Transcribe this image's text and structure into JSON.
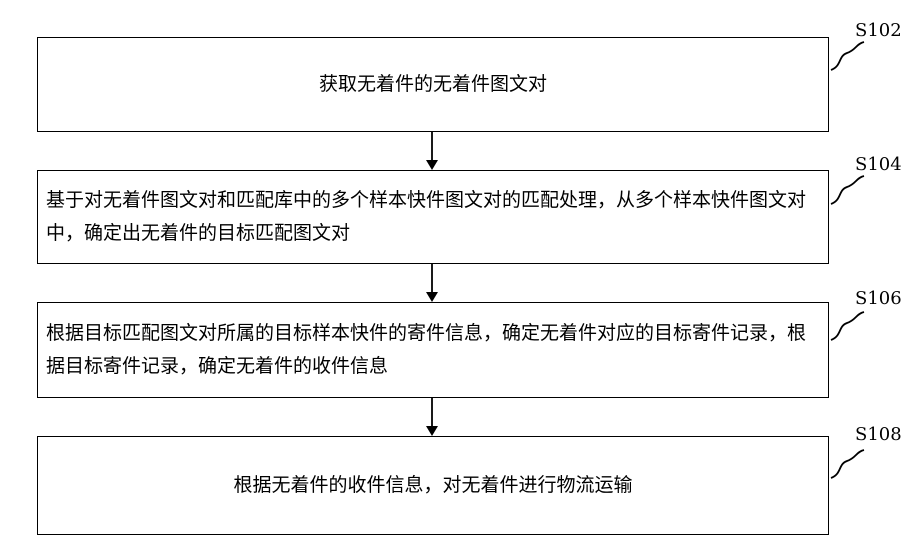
{
  "steps": [
    {
      "id": "S102",
      "text": "获取无着件的无着件图文对"
    },
    {
      "id": "S104",
      "text": "基于对无着件图文对和匹配库中的多个样本快件图文对的匹配处理，从多个样本快件图文对中，确定出无着件的目标匹配图文对"
    },
    {
      "id": "S106",
      "text": "根据目标匹配图文对所属的目标样本快件的寄件信息，确定无着件对应的目标寄件记录，根据目标寄件记录，确定无着件的收件信息"
    },
    {
      "id": "S108",
      "text": "根据无着件的收件信息，对无着件进行物流运输"
    }
  ]
}
